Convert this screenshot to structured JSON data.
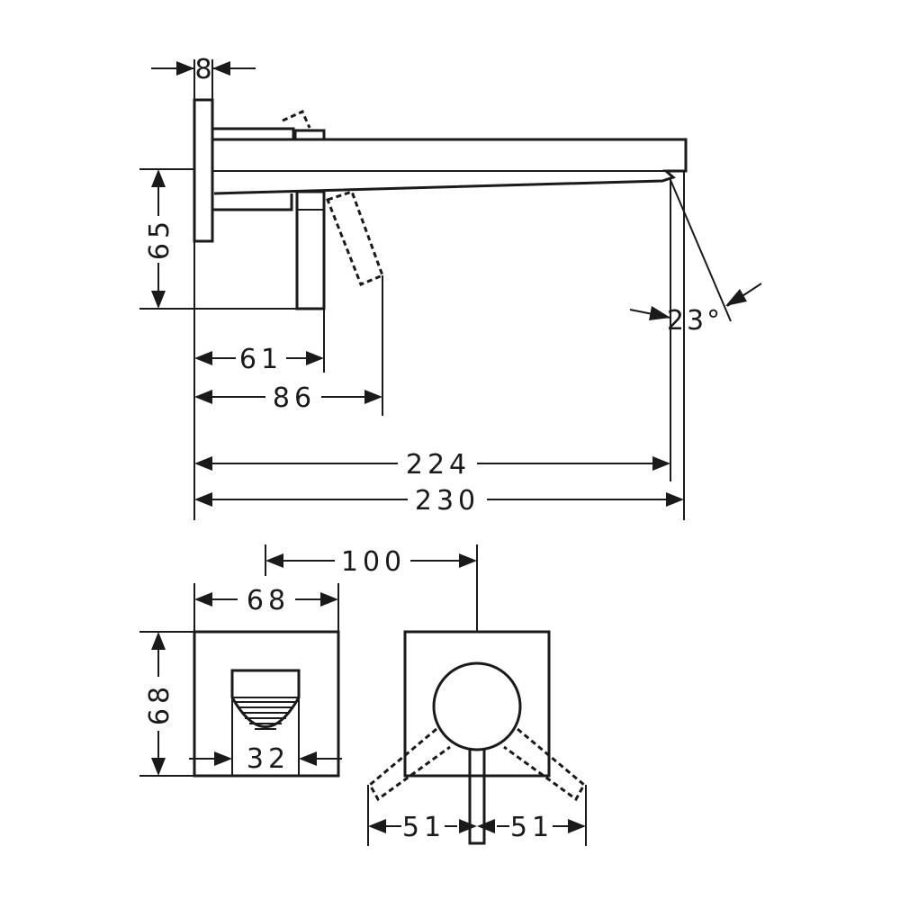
{
  "dimensions": {
    "plate_thickness": "8",
    "height_65": "65",
    "lever_61": "61",
    "lever_86": "86",
    "projection_224": "224",
    "projection_230": "230",
    "angle": "23°",
    "centers_100": "100",
    "width_68": "68",
    "height_68": "68",
    "outlet_32": "32",
    "rotation_left_51": "51",
    "rotation_right_51": "51"
  }
}
